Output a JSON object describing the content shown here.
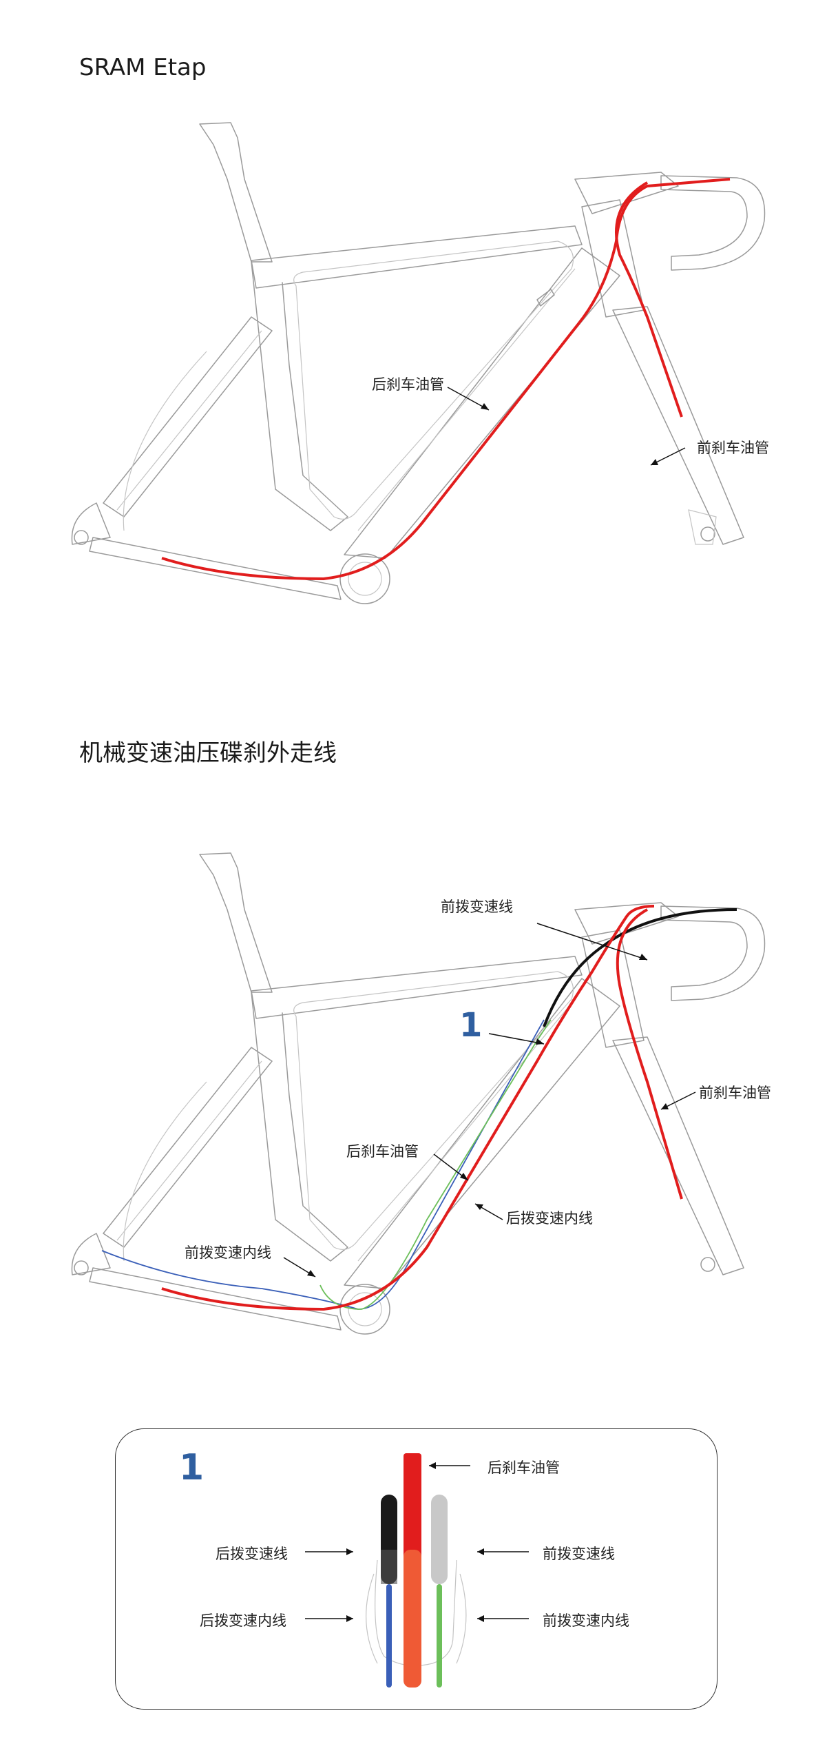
{
  "sections": [
    {
      "title": "SRAM Etap",
      "labels": {
        "front_brake_hose": "前刹车油管",
        "rear_brake_hose": "后刹车油管"
      }
    },
    {
      "title": "机械变速油压碟刹外走线",
      "labels": {
        "front_derailleur_cable": "前拨变速线",
        "callout_number": "1",
        "front_brake_hose": "前刹车油管",
        "rear_brake_hose": "后刹车油管",
        "rear_derailleur_inner": "后拨变速内线",
        "front_derailleur_inner": "前拨变速内线"
      }
    }
  ],
  "detail": {
    "number": "1",
    "rear_brake_hose": "后刹车油管",
    "rear_derailleur_cable": "后拨变速线",
    "front_derailleur_cable": "前拨变速线",
    "rear_derailleur_inner": "后拨变速内线",
    "front_derailleur_inner": "前拨变速内线"
  },
  "colors": {
    "brake_hose": "#e11d1d",
    "rear_derailleur_cable": "#111111",
    "rear_derailleur_inner": "#3a5fb8",
    "front_derailleur_cable": "#c8c8c8",
    "front_derailleur_inner": "#6cbf5a",
    "frame_outline": "#9a9a9a",
    "callout_number": "#2f5fa0"
  }
}
